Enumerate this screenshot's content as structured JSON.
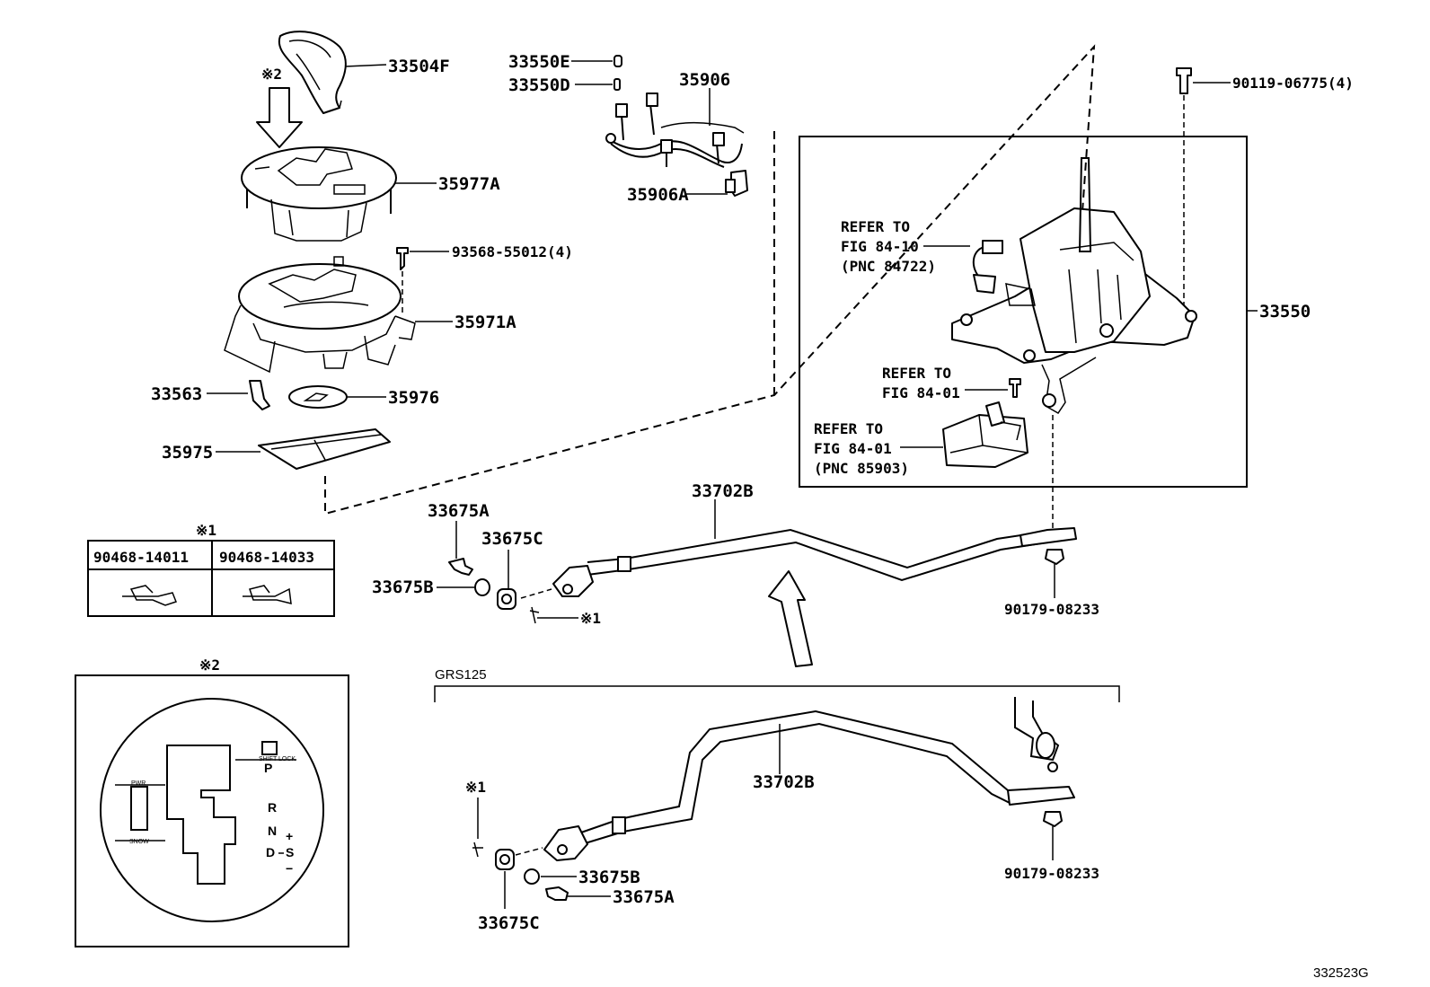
{
  "labels": {
    "knob": "33504F",
    "mark2_top": "※2",
    "upper_cover": "35977A",
    "screw": "93568-55012(4)",
    "indicator_housing": "35971A",
    "part_33563": "33563",
    "part_35976": "35976",
    "slide_plate": "35975",
    "part_33550E": "33550E",
    "part_33550D": "33550D",
    "wire_harness": "35906",
    "connector": "35906A",
    "bolt": "90119-06775(4)",
    "shift_lever_assy": "33550",
    "refer_1": [
      "REFER TO",
      "FIG 84-10",
      "(PNC 84722)"
    ],
    "refer_2": [
      "REFER TO",
      "FIG 84-01"
    ],
    "refer_3": [
      "REFER TO",
      "FIG 84-01",
      "(PNC 85903)"
    ],
    "cable_upper": "33702B",
    "cable_lower": "33702B",
    "pin_a_upper": "33675A",
    "bushing_c_upper": "33675C",
    "washer_b_upper": "33675B",
    "mark1_upper": "※1",
    "nut_upper": "90179-08233",
    "nut_lower": "90179-08233",
    "mark1_lower": "※1",
    "washer_b_lower": "33675B",
    "pin_a_lower": "33675A",
    "bushing_c_lower": "33675C",
    "variant": "GRS125",
    "figure_code": "332523G"
  },
  "clip_table": {
    "mark": "※1",
    "columns": [
      "90468-14011",
      "90468-14033"
    ]
  },
  "detail_view": {
    "mark": "※2",
    "positions": [
      "P",
      "R",
      "N",
      "D",
      "S",
      "+",
      "−"
    ],
    "tiny_labels": [
      "SHIFT LOCK",
      "PWR",
      "SNOW"
    ]
  }
}
